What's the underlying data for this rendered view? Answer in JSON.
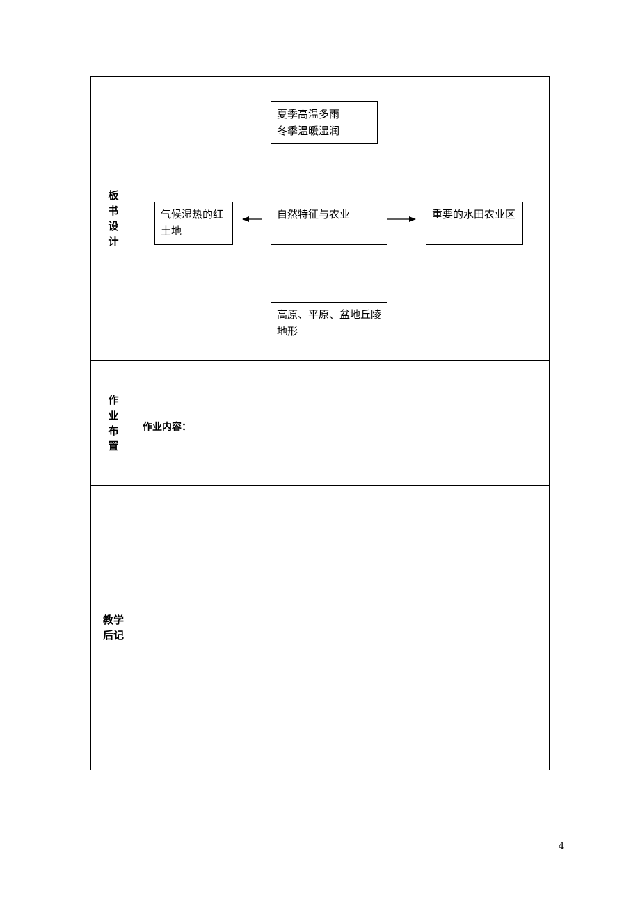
{
  "board_design": {
    "label": "板书设计",
    "top_box": {
      "line1": "夏季高温多雨",
      "line2": "冬季温暖湿润"
    },
    "center_box": "自然特征与农业",
    "left_box": "气候湿热的红土地",
    "right_box": "重要的水田农业区",
    "bottom_box": "高原、平原、盆地丘陵地形"
  },
  "homework": {
    "label": "作业布置",
    "content_label": "作业内容："
  },
  "teaching_notes": {
    "label": "教学后记"
  },
  "page_number": "4"
}
